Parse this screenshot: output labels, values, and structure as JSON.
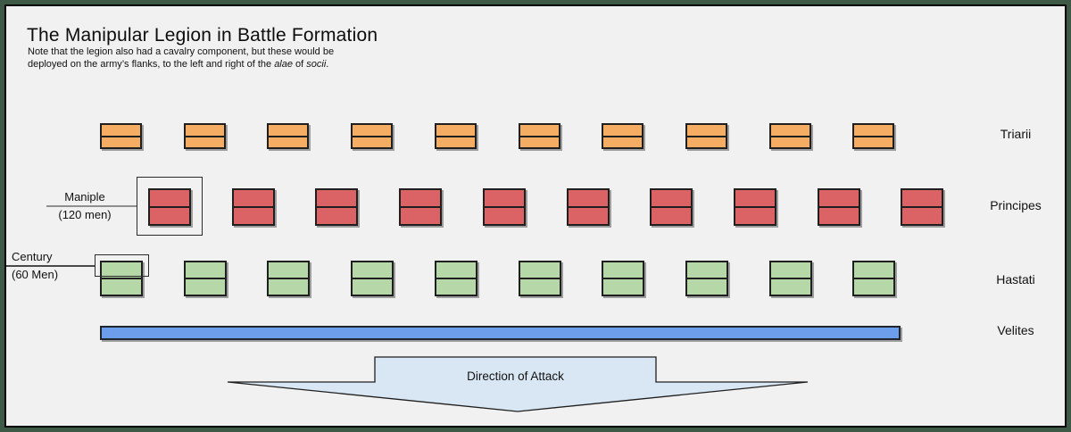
{
  "page": {
    "background": "#f1f1f1",
    "frame_color": "#3e5a47"
  },
  "header": {
    "title": "The Manipular Legion in Battle Formation",
    "note": {
      "line1": "Note that the legion also had a cavalry component, but these would be",
      "line2_pre": "deployed on the army’s flanks, to the left and right of the ",
      "italic1": "alae",
      "mid": " of ",
      "italic2": "socii",
      "end": "."
    }
  },
  "formation": {
    "rows": [
      {
        "id": "triarii",
        "label": "Triarii",
        "maniple_count": 10,
        "centuries_per_maniple": 2,
        "fill": "#f5ad64",
        "border": "#1f1f1f"
      },
      {
        "id": "principes",
        "label": "Principes",
        "maniple_count": 10,
        "centuries_per_maniple": 2,
        "fill": "#db6365",
        "border": "#1f1f1f"
      },
      {
        "id": "hastati",
        "label": "Hastati",
        "maniple_count": 10,
        "centuries_per_maniple": 2,
        "fill": "#b6d7a8",
        "border": "#1f1f1f"
      }
    ],
    "velites": {
      "label": "Velites",
      "fill": "#6d9eeb"
    }
  },
  "callouts": {
    "maniple": {
      "title": "Maniple",
      "subtitle": "(120 men)"
    },
    "century": {
      "title": "Century",
      "subtitle": "(60 Men)"
    }
  },
  "attack_arrow": {
    "label": "Direction of Attack",
    "fill": "#d9e7f4",
    "outline": "#1f1f1f"
  }
}
